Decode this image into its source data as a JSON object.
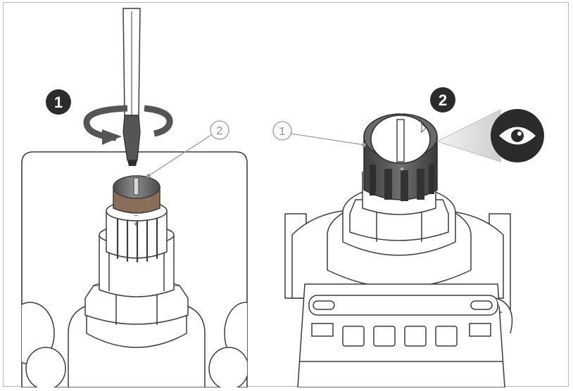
{
  "illustration": {
    "steps": [
      {
        "number": "1",
        "tool": "flat-screwdriver",
        "action": "rotate"
      },
      {
        "number": "2",
        "action": "visual-check"
      }
    ],
    "callouts": [
      {
        "label": "2"
      },
      {
        "label": "1"
      }
    ],
    "knob_markings": {
      "minus": "−",
      "plus": "+"
    },
    "colors": {
      "badge": "#2b2b2b",
      "outline": "#3c3c3c",
      "cap_dark": "#555555",
      "cap_light": "#8a8a8a",
      "callout_line": "#9a9a9a",
      "frame": "#b9b9b9"
    },
    "icons": [
      "rotation-arrow-icon",
      "eye-icon"
    ]
  }
}
